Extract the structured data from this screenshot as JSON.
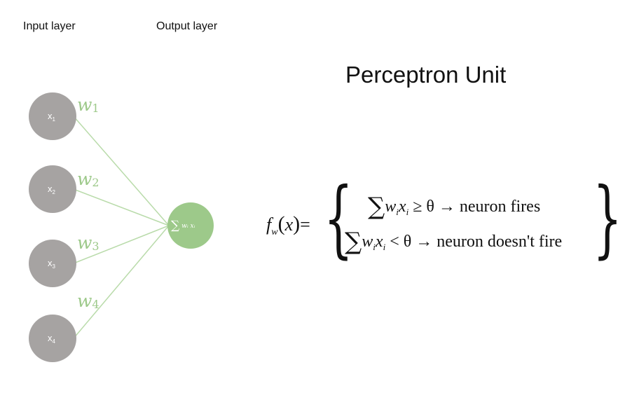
{
  "labels": {
    "input_layer": "Input layer",
    "output_layer": "Output layer",
    "title": "Perceptron Unit"
  },
  "inputs": [
    {
      "base": "x",
      "sub": "1"
    },
    {
      "base": "x",
      "sub": "2"
    },
    {
      "base": "x",
      "sub": "3"
    },
    {
      "base": "x",
      "sub": "4"
    }
  ],
  "weights": [
    {
      "base": "w",
      "sub": "1"
    },
    {
      "base": "w",
      "sub": "2"
    },
    {
      "base": "w",
      "sub": "3"
    },
    {
      "base": "w",
      "sub": "4"
    }
  ],
  "output_node": {
    "sum": "∑",
    "term": "wᵢ xᵢ"
  },
  "formula": {
    "lhs_f": "f",
    "lhs_sub": "w",
    "lhs_arg": "x",
    "lhs_eq": "=",
    "case1_text": "neuron fires",
    "case1_op": "≥ θ →",
    "case2_text": "neuron doesn't fire",
    "case2_op": "< θ →"
  },
  "colors": {
    "input_node": "#a6a3a2",
    "output_node": "#9dc98a",
    "edge": "#b9dbaa",
    "weight_text": "#9dc98a"
  }
}
